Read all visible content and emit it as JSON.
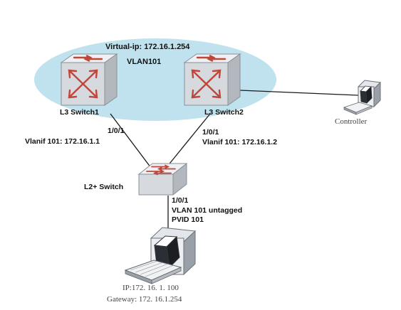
{
  "colors": {
    "vrrp_group": "#bfe2ee",
    "switch_top": "#eef0f3",
    "switch_front": "#d6dadf",
    "switch_side": "#b3b8bf",
    "arrow": "#c0463a",
    "link": "#1a1a1a"
  },
  "vrrp": {
    "virtual_ip": "Virtual-ip: 172.16.1.254",
    "vlan": "VLAN101"
  },
  "switch1": {
    "name": "L3 Switch1",
    "port": "1/0/1",
    "vlanif": "Vlanif 101: 172.16.1.1"
  },
  "switch2": {
    "name": "L3 Switch2",
    "port": "1/0/1",
    "vlanif": "Vlanif 101: 172.16.1.2"
  },
  "l2_switch": {
    "name": "L2+ Switch",
    "port": "1/0/1",
    "vlan": "VLAN 101 untagged",
    "pvid": "PVID 101"
  },
  "controller": {
    "name": "Controller"
  },
  "host": {
    "ip": "IP:172. 16. 1. 100",
    "gateway": "Gateway: 172. 16.1.254"
  }
}
